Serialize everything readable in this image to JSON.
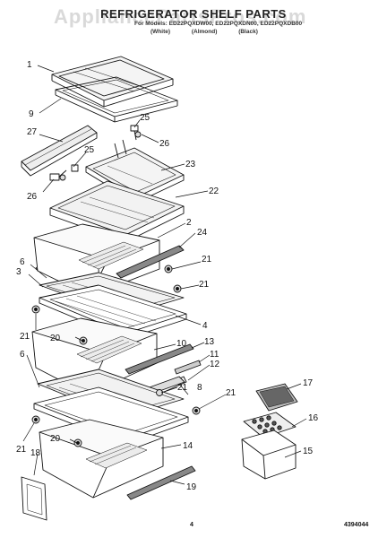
{
  "header": {
    "title": "REFRIGERATOR SHELF PARTS",
    "models": "For Models: ED22PQXDW00, ED22PQXDN00, ED22PQXDB00",
    "colors": [
      "(White)",
      "(Almond)",
      "(Black)"
    ]
  },
  "watermark": "AppliancePartsPros.com",
  "callouts": {
    "c1": "1",
    "c9": "9",
    "c27": "27",
    "c25a": "25",
    "c26a": "26",
    "c25b": "25",
    "c26b": "26",
    "c23": "23",
    "c22": "22",
    "c2": "2",
    "c24": "24",
    "c6a": "6",
    "c3": "3",
    "c21a": "21",
    "c21b": "21",
    "c4": "4",
    "c21c": "21",
    "c20a": "20",
    "c10": "10",
    "c13": "13",
    "c11": "11",
    "c12": "12",
    "c6b": "6",
    "c21d": "21",
    "c8": "8",
    "c21e": "21",
    "c17": "17",
    "c16": "16",
    "c15": "15",
    "c21f": "21",
    "c20b": "20",
    "c14": "14",
    "c18": "18",
    "c19": "19"
  },
  "footer": {
    "page": "4",
    "code": "4394044"
  }
}
